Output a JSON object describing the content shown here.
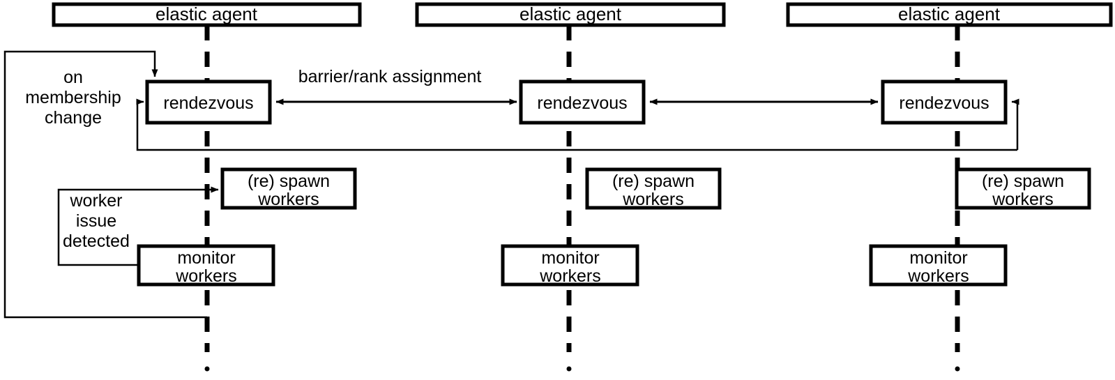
{
  "diagram": {
    "title": "elastic agent rendezvous and worker monitoring diagram",
    "colors": {
      "stroke": "#000000",
      "fill": "#ffffff",
      "background": "#ffffff"
    },
    "agents": [
      {
        "id": "agent-1",
        "label": "elastic agent"
      },
      {
        "id": "agent-2",
        "label": "elastic agent"
      },
      {
        "id": "agent-3",
        "label": "elastic agent"
      }
    ],
    "rendezvous": [
      {
        "id": "rendezvous-1",
        "label": "rendezvous"
      },
      {
        "id": "rendezvous-2",
        "label": "rendezvous"
      },
      {
        "id": "rendezvous-3",
        "label": "rendezvous"
      }
    ],
    "spawn": [
      {
        "id": "spawn-1",
        "line1": "(re) spawn",
        "line2": "workers"
      },
      {
        "id": "spawn-2",
        "line1": "(re) spawn",
        "line2": "workers"
      },
      {
        "id": "spawn-3",
        "line1": "(re) spawn",
        "line2": "workers"
      }
    ],
    "monitor": [
      {
        "id": "monitor-1",
        "line1": "monitor",
        "line2": "workers"
      },
      {
        "id": "monitor-2",
        "line1": "monitor",
        "line2": "workers"
      },
      {
        "id": "monitor-3",
        "line1": "monitor",
        "line2": "workers"
      }
    ],
    "edge_labels": {
      "membership": {
        "line1": "on",
        "line2": "membership",
        "line3": "change"
      },
      "barrier": "barrier/rank assignment",
      "worker_issue": {
        "line1": "worker",
        "line2": "issue",
        "line3": "detected"
      }
    }
  }
}
